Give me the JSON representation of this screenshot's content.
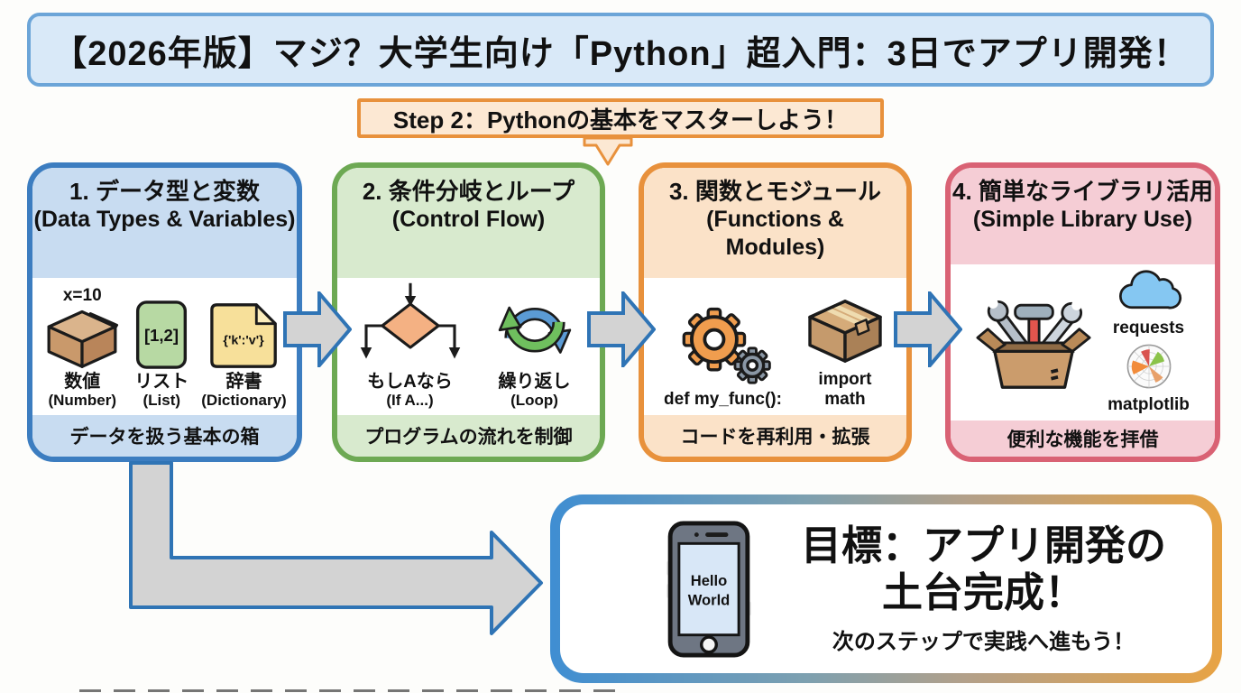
{
  "title": "【2026年版】マジ？大学生向け「Python」超入門：3日でアプリ開発！",
  "step_banner": "Step 2：Pythonの基本をマスターしよう！",
  "cards": [
    {
      "title_jp": "1. データ型と変数",
      "title_en": "(Data Types & Variables)",
      "footer": "データを扱う基本の箱",
      "items": [
        {
          "label": "x=10",
          "caption_jp": "数値",
          "caption_en": "(Number)"
        },
        {
          "icon_text": "[1,2]",
          "caption_jp": "リスト",
          "caption_en": "(List)"
        },
        {
          "icon_text": "{'k':'v'}",
          "caption_jp": "辞書",
          "caption_en": "(Dictionary)"
        }
      ]
    },
    {
      "title_jp": "2. 条件分岐とループ",
      "title_en": "(Control Flow)",
      "footer": "プログラムの流れを制御",
      "items": [
        {
          "caption_jp": "もしAなら",
          "caption_en": "(If A...)"
        },
        {
          "caption_jp": "繰り返し",
          "caption_en": "(Loop)"
        }
      ]
    },
    {
      "title_jp": "3. 関数とモジュール",
      "title_en": "(Functions & Modules)",
      "footer": "コードを再利用・拡張",
      "items": [
        {
          "caption": "def my_func():"
        },
        {
          "caption": "import math"
        }
      ]
    },
    {
      "title_jp": "4. 簡単なライブラリ活用",
      "title_en": "(Simple Library Use)",
      "footer": "便利な機能を拝借",
      "items": [
        {
          "caption": "requests"
        },
        {
          "caption": "matplotlib"
        }
      ]
    }
  ],
  "goal": {
    "title_line1": "目標：アプリ開発の",
    "title_line2": "土台完成！",
    "subtitle": "次のステップで実践へ進もう！",
    "phone_line1": "Hello",
    "phone_line2": "World"
  },
  "icons": [
    "step-down-arrow-icon",
    "cardboard-box-icon",
    "list-card-icon",
    "dictionary-file-icon",
    "flowchart-branch-icon",
    "loop-arrows-icon",
    "gears-icon",
    "module-box-icon",
    "toolbox-icon",
    "cloud-icon",
    "matplotlib-logo-icon",
    "flow-arrow-icon",
    "elbow-arrow-icon",
    "smartphone-icon"
  ],
  "colors": {
    "title_banner_bg": "#d9e9f8",
    "title_banner_border": "#6ca5d8",
    "step_banner_bg": "#fce8d3",
    "step_banner_border": "#e8913c",
    "card1_border": "#3c7dc0",
    "card1_tint": "#c8dcf1",
    "card2_border": "#6da953",
    "card2_tint": "#d8eace",
    "card3_border": "#e8913c",
    "card3_tint": "#fbe2c8",
    "card4_border": "#d96274",
    "card4_tint": "#f5cdd5",
    "arrow_fill": "#d3d3d3",
    "arrow_stroke": "#2f74b5",
    "goal_gradient_left": "#3f8ed2",
    "goal_gradient_right": "#e8a344",
    "phone_body": "#6e7683",
    "phone_screen": "#d8e7f7"
  }
}
